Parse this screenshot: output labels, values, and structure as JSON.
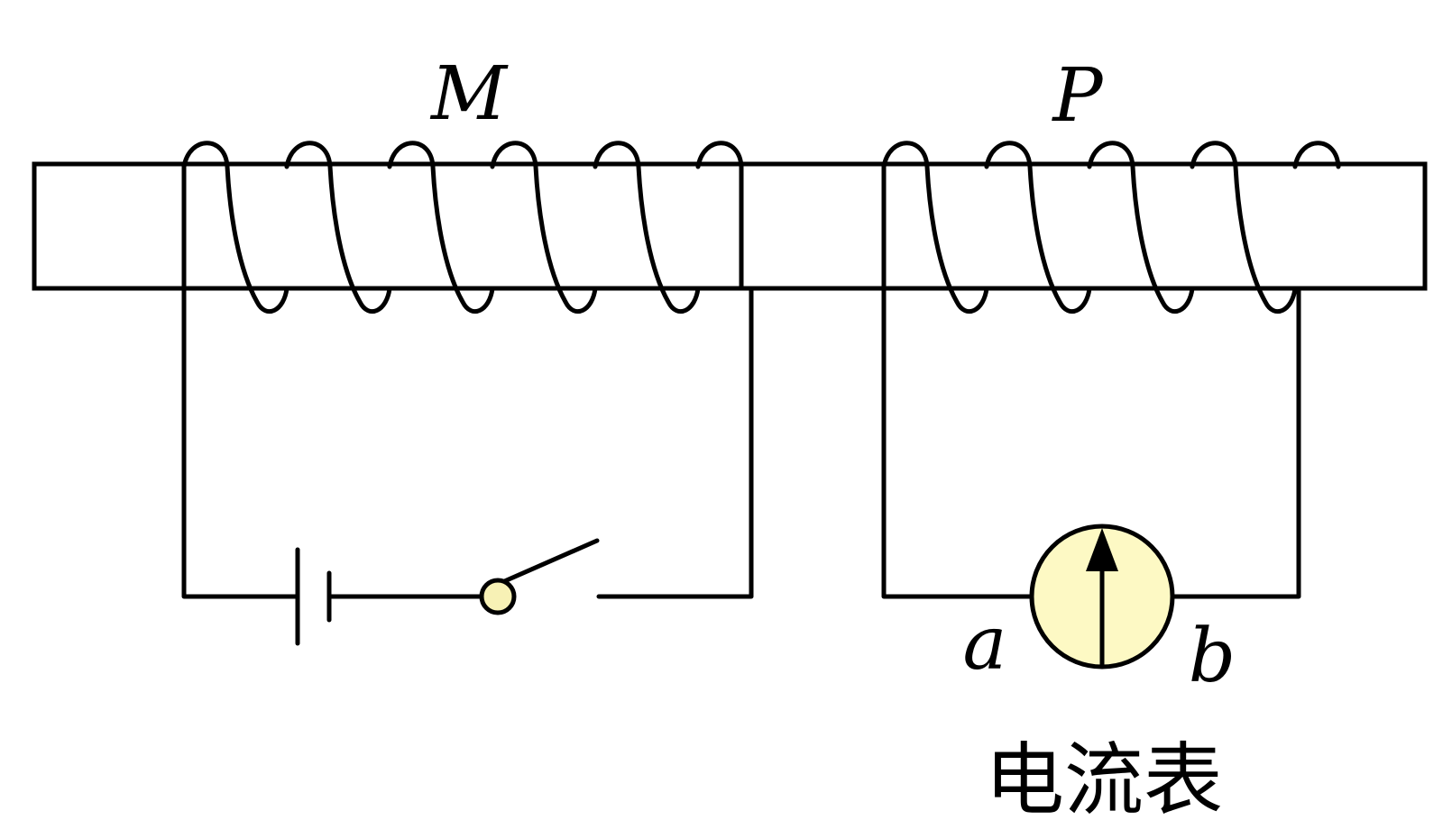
{
  "labels": {
    "coil_left": "M",
    "coil_right": "P",
    "terminal_a": "a",
    "terminal_b": "b",
    "meter": "电流表"
  },
  "colors": {
    "stroke": "#000000",
    "switch_pivot_fill": "#f7f1b5",
    "meter_fill": "#fdf9c4"
  },
  "components": [
    "iron-core",
    "coil-M",
    "coil-P",
    "battery",
    "switch-open",
    "ammeter"
  ]
}
